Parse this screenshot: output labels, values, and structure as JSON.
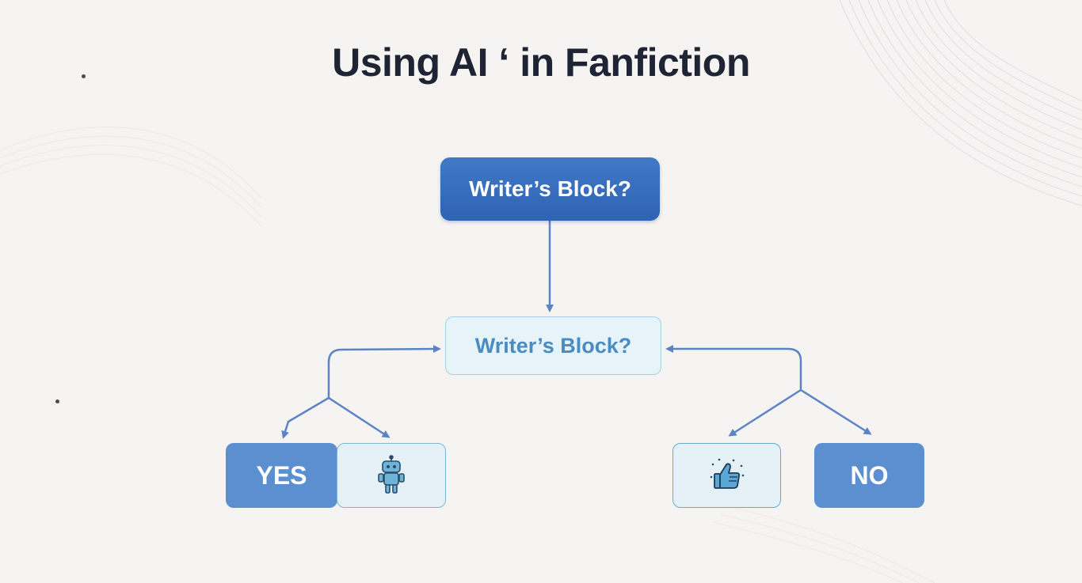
{
  "title": "Using AI ‘ in Fanfiction",
  "nodes": {
    "top": "Writer’s Block?",
    "middle": "Writer’s Block?",
    "yes": "YES",
    "no": "NO"
  },
  "icons": {
    "robot": "robot-icon",
    "thumbs_up": "thumbs-up-icon"
  },
  "colors": {
    "primary_blue": "#3a72c0",
    "light_blue": "#e6f3f8",
    "answer_blue": "#5b8fd0",
    "connector": "#5b84c4",
    "title": "#1f2434"
  }
}
